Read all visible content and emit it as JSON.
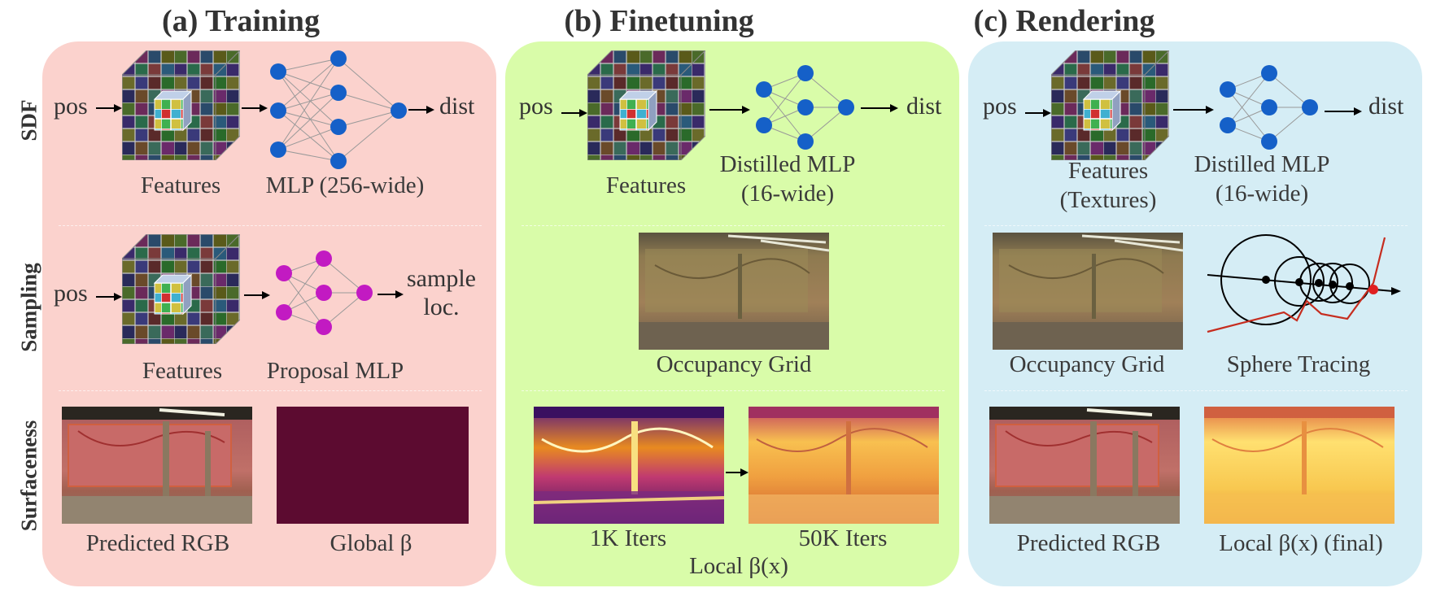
{
  "columns": {
    "training": "(a) Training",
    "finetuning": "(b) Finetuning",
    "rendering": "(c) Rendering"
  },
  "rows": {
    "sdf": "SDF",
    "sampling": "Sampling",
    "surfaceness": "Surfaceness"
  },
  "colors": {
    "training_panel": "#fbd2cd",
    "finetuning_panel": "#d9fca9",
    "rendering_panel": "#d5edf5",
    "sdf_node": "#1560c8",
    "proposal_node": "#c21ac2",
    "global_beta": "#5c0b30",
    "tracing_ray": "#000000",
    "tracing_path": "#c62d1f"
  },
  "io": {
    "pos": "pos",
    "dist": "dist",
    "sample_loc_line1": "sample",
    "sample_loc_line2": "loc."
  },
  "training": {
    "sdf_features": "Features",
    "sdf_mlp": "MLP (256-wide)",
    "sampling_features": "Features",
    "sampling_mlp": "Proposal MLP",
    "surf_rgb": "Predicted RGB",
    "surf_beta": "Global β"
  },
  "finetuning": {
    "sdf_features": "Features",
    "sdf_mlp_line1": "Distilled MLP",
    "sdf_mlp_line2": "(16-wide)",
    "occupancy": "Occupancy Grid",
    "iters_1k": "1K Iters",
    "iters_50k": "50K Iters",
    "local_beta": "Local β(x)"
  },
  "rendering": {
    "sdf_features_line1": "Features",
    "sdf_features_line2": "(Textures)",
    "sdf_mlp_line1": "Distilled MLP",
    "sdf_mlp_line2": "(16-wide)",
    "occupancy": "Occupancy Grid",
    "sphere_tracing": "Sphere Tracing",
    "surf_rgb": "Predicted RGB",
    "surf_beta": "Local β(x) (final)"
  },
  "icons": {
    "feature_grid": "feature-grid-cube-icon",
    "mlp": "neural-network-icon",
    "arrow": "arrow-right-icon"
  }
}
